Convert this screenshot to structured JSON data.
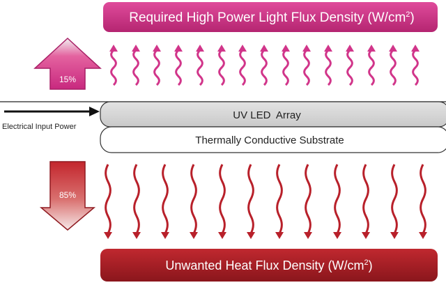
{
  "light_banner": {
    "text": "Required High Power Light Flux Density (W/cm",
    "sup": "2",
    "close": ")",
    "color": "#c8297f"
  },
  "heat_banner": {
    "text": "Unwanted Heat Flux Density (W/cm",
    "sup": "2",
    "close": ")",
    "color": "#9e1b22"
  },
  "light_percent": "15%",
  "heat_percent": "85%",
  "input_label": "Electrical Input Power",
  "led_array_label": "UV LED  Array",
  "substrate_label": "Thermally Conductive Substrate",
  "colors": {
    "light": "#d1358a",
    "heat": "#b8202a",
    "led_fill": "#d6d6d6"
  }
}
